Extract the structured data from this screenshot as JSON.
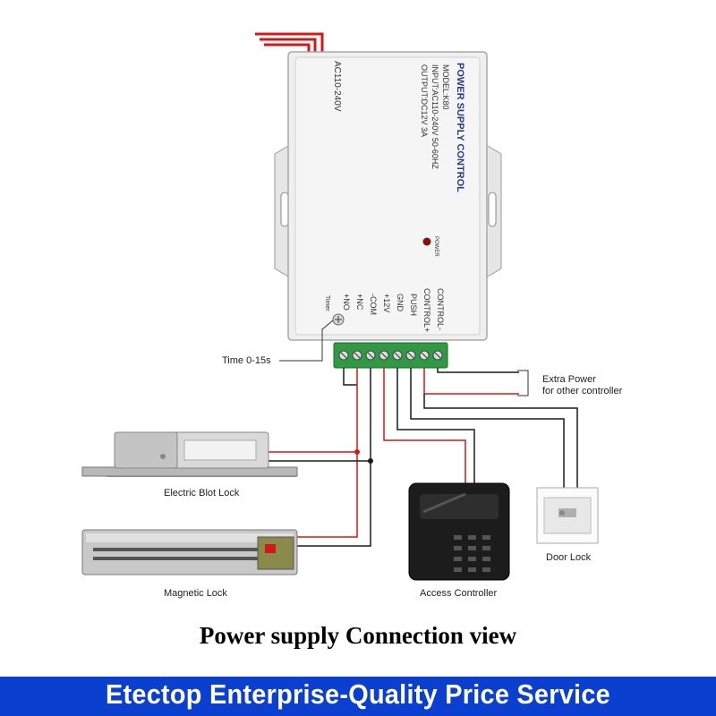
{
  "psu": {
    "title": "POWER SUPPLY CONTROL",
    "model": "MODEL:K80",
    "input": "INPUT:AC110-240V  50-60HZ",
    "output": "OUTPUT:DC12V  3A",
    "ac_label": "AC110-240V",
    "power_led_label": "POWER",
    "timer_label": "Timer",
    "terminals": [
      "+NO",
      "+NC",
      "-COM",
      "+12V",
      "GND",
      "PUSH",
      "CONTROL+",
      "CONTROL-"
    ]
  },
  "labels": {
    "time_range": "Time 0-15s",
    "extra_power_line1": "Extra Power",
    "extra_power_line2": "for other controller",
    "electric_bolt_lock": "Electric Blot Lock",
    "magnetic_lock": "Magnetic Lock",
    "access_controller": "Access Controller",
    "door_lock": "Door Lock"
  },
  "caption": "Power supply Connection view",
  "banner": "Etectop Enterprise-Quality Price Service",
  "colors": {
    "wire_red": "#d01818",
    "wire_black": "#1a1a1a",
    "banner_blue": "#0b3fd0",
    "terminal_green": "#2f9a43"
  }
}
